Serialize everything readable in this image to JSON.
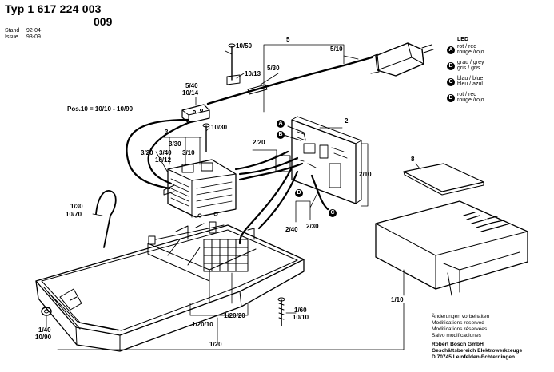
{
  "header": {
    "type_line": "Typ 1 617 224 003",
    "variant": "009",
    "stand_label": "Stand",
    "stand_value": "92-04-",
    "issue_label": "Issue",
    "issue_value": "93-09"
  },
  "legend": {
    "title": "LED",
    "items": [
      {
        "key": "A",
        "line1": "rot / red",
        "line2": "rouge /rojo"
      },
      {
        "key": "B",
        "line1": "grau / grey",
        "line2": "gris / gris"
      },
      {
        "key": "C",
        "line1": "blau / blue",
        "line2": "bleu / azul"
      },
      {
        "key": "D",
        "line1": "rot / red",
        "line2": "rouge /rojo"
      }
    ]
  },
  "part_labels": {
    "p5": "5",
    "p10_50": "10/50",
    "p5_10": "5/10",
    "p10_13": "10/13",
    "p5_30": "5/30",
    "p5_40": "5/40",
    "p10_14": "10/14",
    "pos10": "Pos.10 = 10/10 - 10/90",
    "p10_30": "10/30",
    "p3": "3",
    "p3_30": "3/30",
    "p3_20": "3/20",
    "p3_40": "3/40",
    "p3_10": "3/10",
    "p10_12": "10/12",
    "p2_20": "2/20",
    "p2": "2",
    "p2_10": "2/10",
    "p8": "8",
    "p2_40": "2/40",
    "p2_30": "2/30",
    "p1_30": "1/30",
    "p10_70": "10/70",
    "p1_10": "1/10",
    "p1_60": "1/60",
    "p10_10": "10/10",
    "p1_20_10": "1/20/10",
    "p1_20_20": "1/20/20",
    "p1_20": "1/20",
    "p1_40": "1/40",
    "p10_90": "10/90"
  },
  "footer": {
    "lines": [
      "Änderungen vorbehalten",
      "Modifications reserved",
      "Modifications réservées",
      "Salvo modificaciones",
      "Robert Bosch GmbH",
      "Geschäftsbereich Elektrowerkzeuge",
      "D 70745 Leinfelden-Echterdingen"
    ]
  }
}
